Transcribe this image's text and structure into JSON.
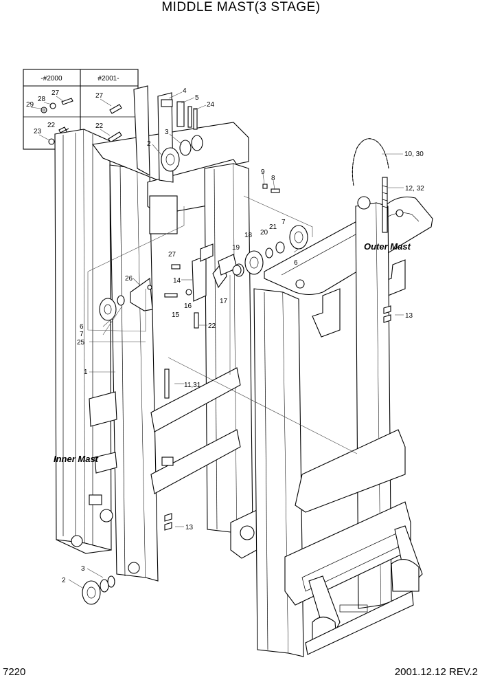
{
  "title": "MIDDLE MAST(3 STAGE)",
  "page_number": "7220",
  "revision": "2001.12.12 REV.2",
  "serial_table": {
    "columns": [
      "-#2000",
      "#2001-"
    ]
  },
  "captions": {
    "outer_mast": "Outer Mast",
    "inner_mast": "Inner Mast"
  },
  "callouts": {
    "c1": "1",
    "c2_top": "2",
    "c2_bottom": "2",
    "c3_top": "3",
    "c3_bottom": "3",
    "c4": "4",
    "c5": "5",
    "c6_left": "6",
    "c6_right": "6",
    "c7_left": "7",
    "c7_right": "7",
    "c8": "8",
    "c9": "9",
    "c10_30": "10, 30",
    "c11_31": "11,31",
    "c12_32": "12, 32",
    "c13_right": "13",
    "c13_bottom": "13",
    "c14": "14",
    "c15": "15",
    "c16": "16",
    "c17": "17",
    "c18": "18",
    "c19": "19",
    "c20": "20",
    "c21": "21",
    "c22_old": "22",
    "c22_new": "22",
    "c22_mid": "22",
    "c23": "23",
    "c24": "24",
    "c25": "25",
    "c26": "26",
    "c27_old": "27",
    "c27_new": "27",
    "c27_mid": "27",
    "c28": "28",
    "c29": "29"
  }
}
